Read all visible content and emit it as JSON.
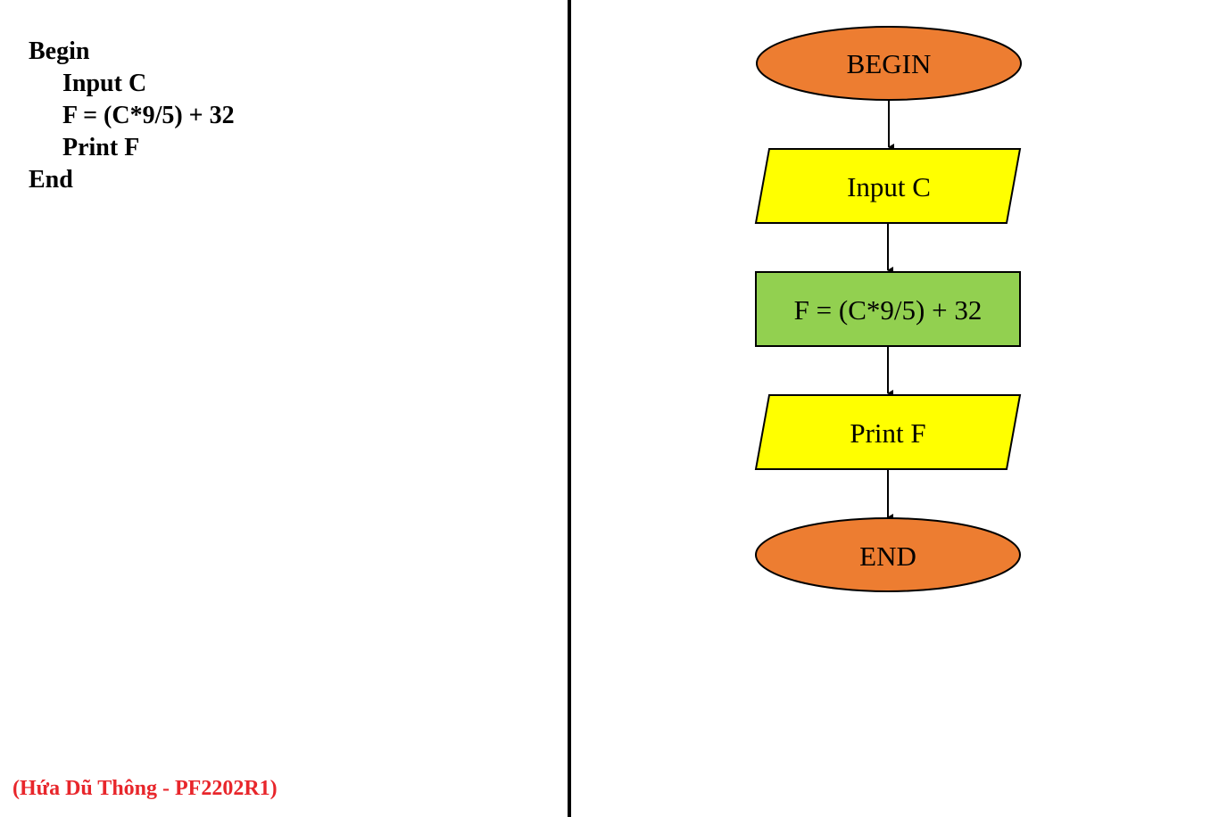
{
  "pseudocode": {
    "lines": [
      {
        "text": "Begin",
        "indent": 0
      },
      {
        "text": "Input C",
        "indent": 1
      },
      {
        "text": "F = (C*9/5) + 32",
        "indent": 1
      },
      {
        "text": "Print F",
        "indent": 1
      },
      {
        "text": "End",
        "indent": 0
      }
    ]
  },
  "flowchart": {
    "begin": {
      "label": "BEGIN",
      "color": "#ED7D31"
    },
    "input": {
      "label": "Input C",
      "color": "#FFFF00"
    },
    "process": {
      "label": "F = (C*9/5) + 32",
      "color": "#92D050"
    },
    "output": {
      "label": "Print F",
      "color": "#FFFF00"
    },
    "end": {
      "label": "END",
      "color": "#ED7D31"
    }
  },
  "author": {
    "text": "(Hứa Dũ Thông - PF2202R1)",
    "color": "#E8262B"
  }
}
